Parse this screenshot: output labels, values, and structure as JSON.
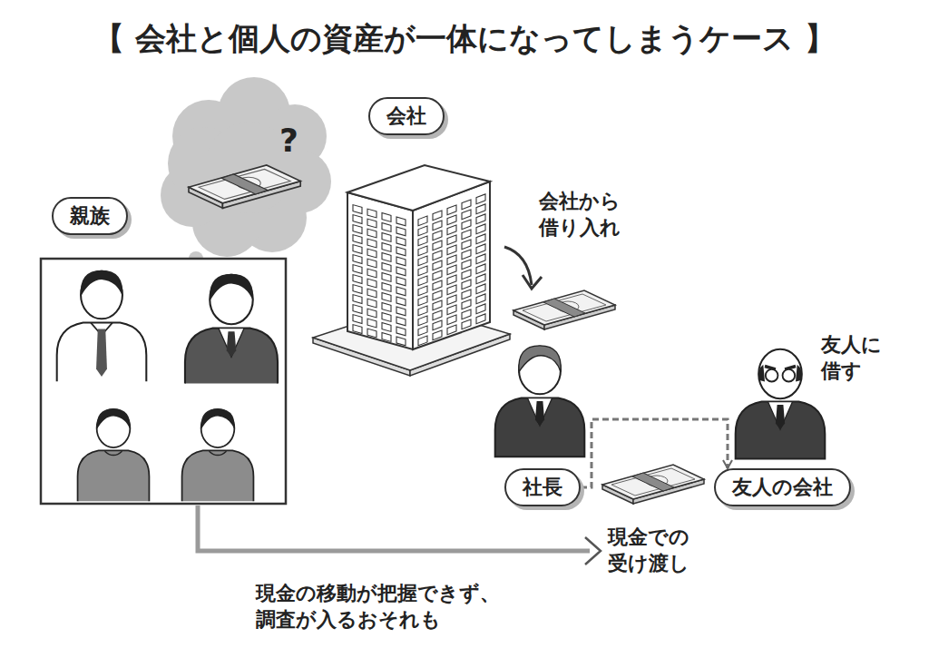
{
  "diagram": {
    "title": "【 会社と個人の資産が一体になってしまうケース 】",
    "nodes": [
      {
        "text": [
          "親族"
        ]
      },
      {
        "text": [
          "会社"
        ]
      },
      {
        "text": [
          "社長"
        ]
      },
      {
        "text": [
          "友人の会社"
        ]
      }
    ],
    "edges": [
      {
        "from": 2,
        "to": 3,
        "arrow": "to"
      }
    ],
    "labels": [
      "?",
      "会社から借り入れ",
      "友人に借す",
      "現金での受け渡し",
      "現金の移動が把握できず、調査が入るおそれも"
    ]
  }
}
